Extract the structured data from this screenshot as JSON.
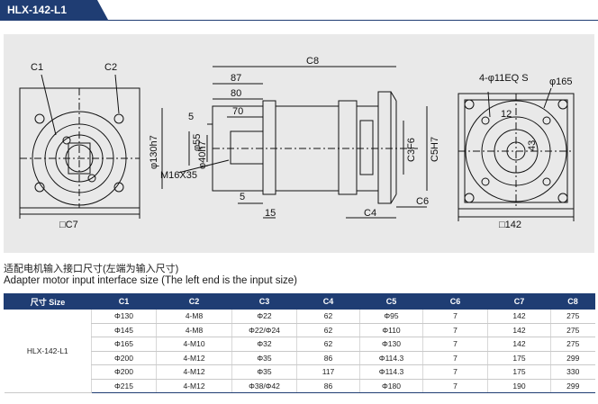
{
  "header": {
    "model_title": "HLX-142-L1"
  },
  "drawing": {
    "labels": {
      "c1": "C1",
      "c2": "C2",
      "c7_square": "□C7",
      "c8": "C8",
      "d87": "87",
      "d80": "80",
      "d70": "70",
      "d5a": "5",
      "d5b": "5",
      "d15": "15",
      "c4": "C4",
      "c6": "C6",
      "phi130": "φ130h7",
      "phi55": "φ55",
      "phi40": "φ40h7",
      "m16": "M16X35",
      "c3": "C3F6",
      "c5": "C5H7",
      "holes": "4-φ11EQ S",
      "phi165": "φ165",
      "d12": "12",
      "d43": "43",
      "sq142": "□142"
    }
  },
  "captions": {
    "cn": "适配电机输入接口尺寸(左端为输入尺寸)",
    "en": "Adapter motor input interface size (The left end is the input size)"
  },
  "table": {
    "headers": [
      "尺寸 Size",
      "C1",
      "C2",
      "C3",
      "C4",
      "C5",
      "C6",
      "C7",
      "C8"
    ],
    "model": "HLX-142-L1",
    "rows": [
      [
        "Φ130",
        "4-M8",
        "Φ22",
        "62",
        "Φ95",
        "7",
        "142",
        "275"
      ],
      [
        "Φ145",
        "4-M8",
        "Φ22/Φ24",
        "62",
        "Φ110",
        "7",
        "142",
        "275"
      ],
      [
        "Φ165",
        "4-M10",
        "Φ32",
        "62",
        "Φ130",
        "7",
        "142",
        "275"
      ],
      [
        "Φ200",
        "4-M12",
        "Φ35",
        "86",
        "Φ114.3",
        "7",
        "175",
        "299"
      ],
      [
        "Φ200",
        "4-M12",
        "Φ35",
        "117",
        "Φ114.3",
        "7",
        "175",
        "330"
      ],
      [
        "Φ215",
        "4-M12",
        "Φ38/Φ42",
        "86",
        "Φ180",
        "7",
        "190",
        "299"
      ]
    ]
  }
}
